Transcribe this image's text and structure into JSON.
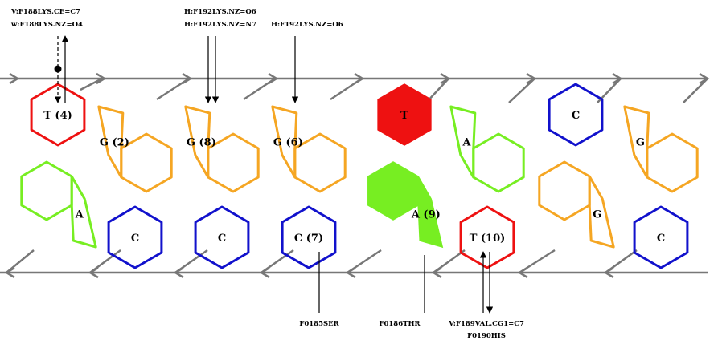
{
  "colors": {
    "T": "#ee1111",
    "G": "#f5a623",
    "A": "#77ee22",
    "C": "#1111cc",
    "backbone": "#777777"
  },
  "top_strand": [
    {
      "letter": "T",
      "label": "T (4)",
      "filled": false
    },
    {
      "letter": "G",
      "label": "G (2)",
      "filled": false
    },
    {
      "letter": "G",
      "label": "G (8)",
      "filled": false
    },
    {
      "letter": "G",
      "label": "G (6)",
      "filled": false
    },
    {
      "letter": "T",
      "label": "T",
      "filled": true
    },
    {
      "letter": "A",
      "label": "A",
      "filled": false
    },
    {
      "letter": "C",
      "label": "C",
      "filled": false
    },
    {
      "letter": "G",
      "label": "G",
      "filled": false
    }
  ],
  "bottom_strand": [
    {
      "letter": "A",
      "label": "A",
      "filled": false
    },
    {
      "letter": "C",
      "label": "C",
      "filled": false
    },
    {
      "letter": "C",
      "label": "C",
      "filled": false
    },
    {
      "letter": "C",
      "label": "C (7)",
      "filled": false
    },
    {
      "letter": "A",
      "label": "A (9)",
      "filled": true
    },
    {
      "letter": "T",
      "label": "T (10)",
      "filled": false
    },
    {
      "letter": "G",
      "label": "G",
      "filled": false
    },
    {
      "letter": "C",
      "label": "C",
      "filled": false
    }
  ],
  "annotations": {
    "top_0_line1": "V:F188LYS.CE=C7",
    "top_0_line2": "w:F188LYS.NZ=O4",
    "top_2_line1": "H:F192LYS.NZ=O6",
    "top_2_line2": "H:F192LYS.NZ=N7",
    "top_3_line1": "H:F192LYS.NZ=O6",
    "bottom_3": "F0185SER",
    "bottom_4": "F0186THR",
    "bottom_5_line1": "V:F189VAL.CG1=C7",
    "bottom_5_line2": "F0190HIS"
  }
}
